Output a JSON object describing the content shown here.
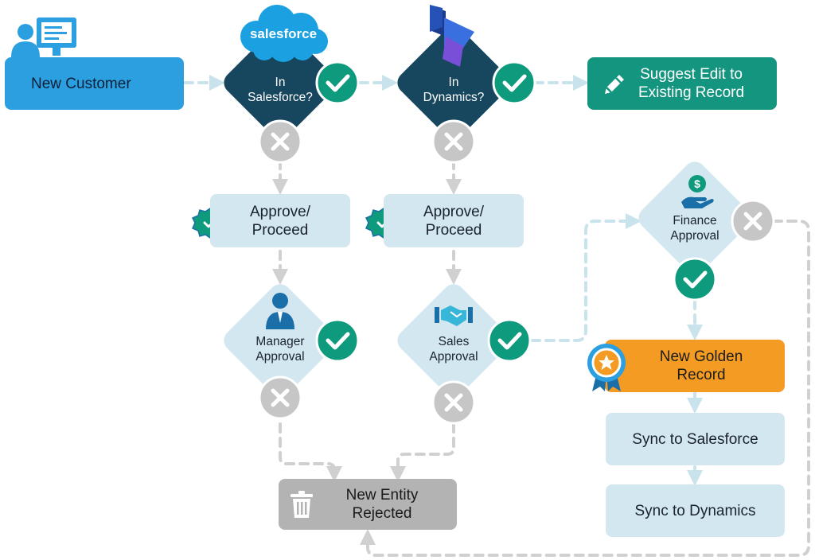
{
  "colors": {
    "blue_box": "#2b9fe0",
    "navy_diamond": "#17465f",
    "light_box": "#d3e7f1",
    "teal": "#14957f",
    "check_green": "#0e9a7c",
    "orange": "#f39b23",
    "reject_grey": "#b3b3b3",
    "x_grey": "#c6c6c6",
    "connector": "#c9e3ec"
  },
  "logos": {
    "salesforce": "salesforce"
  },
  "nodes": {
    "new_customer": {
      "label": "New Customer",
      "icon": "computer-user-icon"
    },
    "in_salesforce": {
      "line1": "In",
      "line2": "Salesforce?"
    },
    "in_dynamics": {
      "line1": "In",
      "line2": "Dynamics?"
    },
    "suggest_edit": {
      "line1": "Suggest Edit to",
      "line2": "Existing Record",
      "icon": "pencil-icon"
    },
    "approve_sf": {
      "line1": "Approve/",
      "line2": "Proceed",
      "icon": "verified-badge-icon"
    },
    "approve_dyn": {
      "line1": "Approve/",
      "line2": "Proceed",
      "icon": "verified-badge-icon"
    },
    "manager_approval": {
      "line1": "Manager",
      "line2": "Approval",
      "icon": "manager-person-icon"
    },
    "sales_approval": {
      "line1": "Sales",
      "line2": "Approval",
      "icon": "handshake-icon"
    },
    "finance_approval": {
      "line1": "Finance",
      "line2": "Approval",
      "icon": "money-hand-icon"
    },
    "new_golden_record": {
      "line1": "New Golden",
      "line2": "Record",
      "icon": "award-ribbon-icon"
    },
    "sync_salesforce": {
      "label": "Sync to Salesforce"
    },
    "sync_dynamics": {
      "label": "Sync to Dynamics"
    },
    "new_entity_rejected": {
      "line1": "New Entity",
      "line2": "Rejected",
      "icon": "trash-icon"
    }
  }
}
